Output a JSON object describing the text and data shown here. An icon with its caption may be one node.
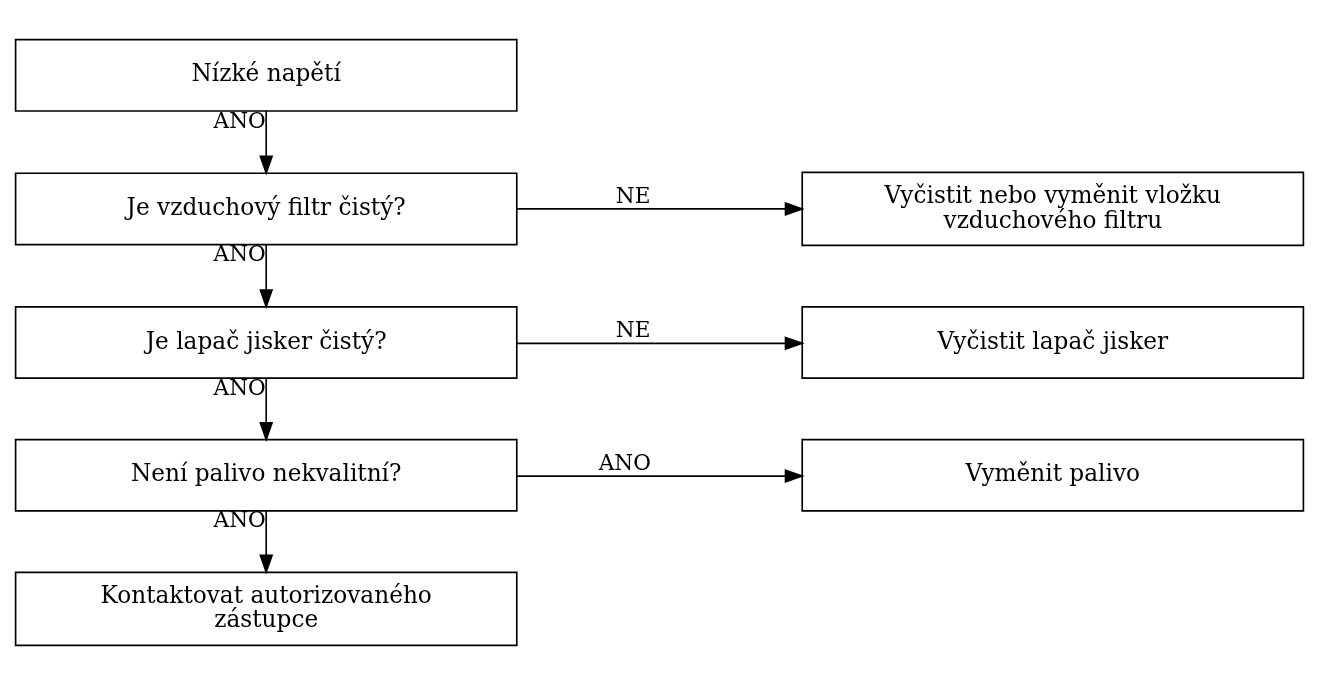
{
  "diagram": {
    "nodes": [
      {
        "text": [
          "Nízké napětí"
        ]
      },
      {
        "text": [
          "Je vzduchový filtr čistý?"
        ]
      },
      {
        "text": [
          "Vyčistit nebo vyměnit vložku vzduchového filtru"
        ]
      },
      {
        "text": [
          "Je lapač jisker čistý?"
        ]
      },
      {
        "text": [
          "Vyčistit lapač jisker"
        ]
      },
      {
        "text": [
          "Není palivo nekvalitní?"
        ]
      },
      {
        "text": [
          "Vyměnit palivo"
        ]
      },
      {
        "text": [
          "Kontaktovat autorizovaného zástupce"
        ]
      }
    ],
    "edges": [
      {
        "from": 0,
        "to": 1,
        "arrow": "to",
        "label": "ANO"
      },
      {
        "from": 1,
        "to": 2,
        "arrow": "to",
        "label": "NE"
      },
      {
        "from": 1,
        "to": 3,
        "arrow": "to",
        "label": "ANO"
      },
      {
        "from": 3,
        "to": 4,
        "arrow": "to",
        "label": "NE"
      },
      {
        "from": 3,
        "to": 5,
        "arrow": "to",
        "label": "ANO"
      },
      {
        "from": 5,
        "to": 6,
        "arrow": "to",
        "label": "ANO"
      },
      {
        "from": 5,
        "to": 7,
        "arrow": "to",
        "label": "ANO"
      }
    ]
  }
}
